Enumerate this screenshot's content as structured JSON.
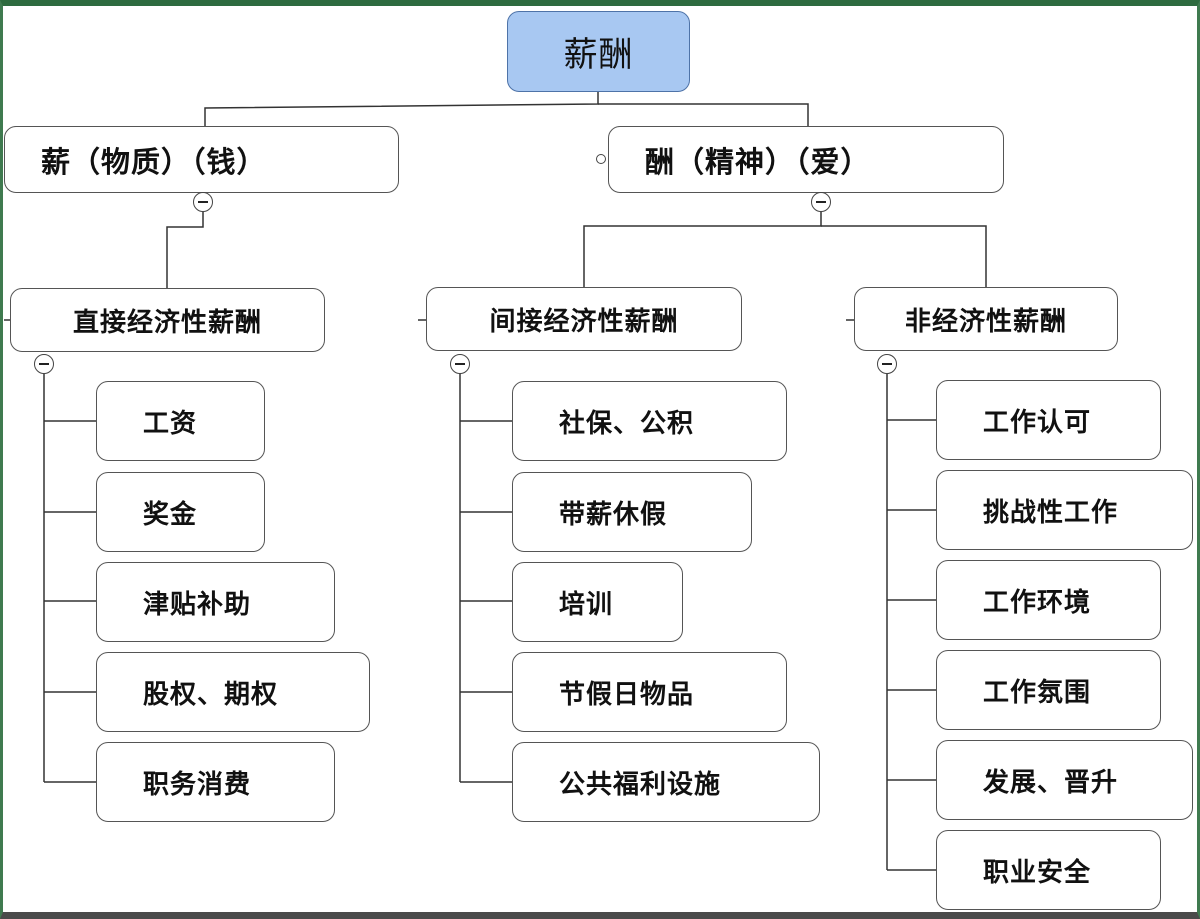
{
  "root": "薪酬",
  "branch_material": "薪（物质）（钱）",
  "branch_spiritual": "酬（精神）（爱）",
  "direct": {
    "title": "直接经济性薪酬",
    "items": [
      "工资",
      "奖金",
      "津贴补助",
      "股权、期权",
      "职务消费"
    ]
  },
  "indirect": {
    "title": "间接经济性薪酬",
    "items": [
      "社保、公积",
      "带薪休假",
      "培训",
      "节假日物品",
      "公共福利设施"
    ]
  },
  "nonecon": {
    "title": "非经济性薪酬",
    "items": [
      "工作认可",
      "挑战性工作",
      "工作环境",
      "工作氛围",
      "发展、晋升",
      "职业安全"
    ]
  },
  "colors": {
    "root_fill": "#a8c8f2",
    "line": "#333333"
  },
  "icons": {
    "collapse": "minus-circle-icon"
  }
}
